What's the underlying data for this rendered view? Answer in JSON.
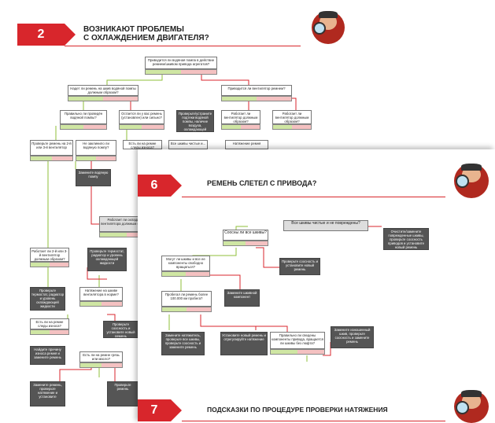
{
  "pages": [
    {
      "number": "2",
      "title_line1": "ВОЗНИКАЮТ ПРОБЛЕМЫ",
      "title_line2": "С ОХЛАЖДЕНИЕМ ДВИГАТЕЛЯ?",
      "nodes": [
        "Приводится ли водяная помпа в действие ремнем/шкивом привода агрегатов?",
        "Надет ли ремень на шкив водяной помпы должным образом?",
        "Приводится ли вентилятор ремнем?",
        "Правильно ли проведён водяной помпы?",
        "Остается ли у вас ремень (установлен) или сильно?",
        "Проверьте/устраните подтеки водяной помпы, наличие воздуха, охлаждающей жидкости",
        "Работает ли вентилятор должным образом?",
        "Работает ли вентилятор должным образом?",
        "Проверьте ремень на 2-й или 3-й вентилятор",
        "Не заклинило ли водяную помпу?",
        "Есть ли на ремне следы износа?",
        "Все шкивы чистые и...",
        "Натяжение ремня",
        "Замените водяную помпу",
        "Работает ли охладитель вентилятора должным образом?",
        "Работает ли 2-й или 3-й вентилятор должным образом?",
        "Проверьте термостат, радиатор и уровень охлаждающей жидкости",
        "Проверьте термостат, радиатор и уровень охлаждающей жидкости",
        "Натяжение на шкиве вентилятора в норме?",
        "Есть ли на ремне следы износа?",
        "Проверьте соосность и установите новый ремень",
        "Найдите причину износа ремня и замените ремень",
        "Есть ли на ремне грязь или масло?",
        "Замените ремень, проверьте натяжение и установите",
        "Проверьте ремень"
      ]
    },
    {
      "number": "6",
      "title": "РЕМЕНЬ СЛЕТЕЛ С ПРИВОДА?",
      "nodes": [
        "Все шкивы чистые и не повреждены?",
        "Очистите/замените поврежденные шкивы, проверьте соосность приводов и установите новый ремень",
        "Соосны ли все шкивы?",
        "Проверьте соосность и установите новый ремень",
        "Могут ли шкивы и все ее компоненты свободно вращаться?",
        "Замените шкивной компонент",
        "Пробегал ли ремень более 100.000 км пробега?",
        "Замените натяжитель, проверьте все шкивы, проверьте соосность и замените ремень",
        "Установите новый ремень и отрегулируйте натяжение",
        "Правильно ли сведены компоненты привода, вращается ли шкивы без люфта?",
        "Замените изношенный шкив, проверьте соосность и замените ремень"
      ]
    },
    {
      "number": "7",
      "title": "ПОДСКАЗКИ ПО ПРОЦЕДУРЕ ПРОВЕРКИ НАТЯЖЕНИЯ"
    }
  ],
  "colors": {
    "accent": "#d8262c",
    "yes": "#8fbf3a",
    "no": "#d8262c"
  },
  "icons": [
    "mechanic-mascot-icon",
    "check-icon",
    "cross-icon"
  ]
}
